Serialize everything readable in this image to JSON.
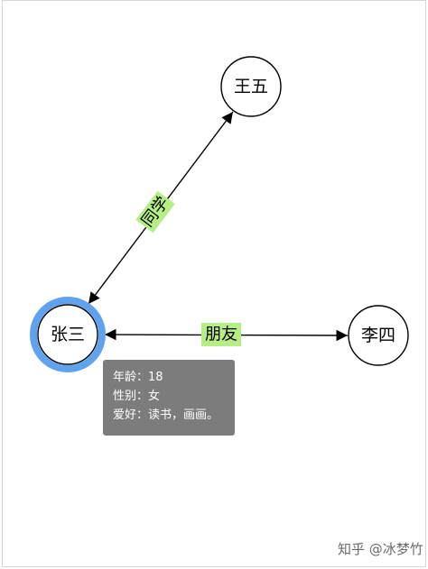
{
  "nodes": [
    {
      "id": "zhangsan",
      "label": "张三",
      "selected": true
    },
    {
      "id": "wangwu",
      "label": "王五",
      "selected": false
    },
    {
      "id": "lisi",
      "label": "李四",
      "selected": false
    }
  ],
  "edges": [
    {
      "from": "zhangsan",
      "to": "wangwu",
      "label": "同学"
    },
    {
      "from": "zhangsan",
      "to": "lisi",
      "label": "朋友"
    }
  ],
  "tooltip": {
    "lines": [
      "年龄：18",
      "性别：女",
      "爱好：读书，画画。"
    ]
  },
  "watermark": "知乎 @冰梦竹",
  "colors": {
    "selected_ring": "#5fa2ee",
    "edge_label_bg": "#b6ee86",
    "tooltip_bg": "#7c7c7c"
  }
}
